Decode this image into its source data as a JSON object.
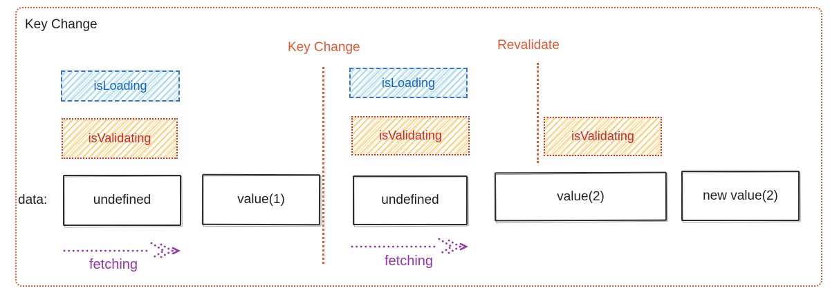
{
  "diagram": {
    "title": "Key Change",
    "data_row_label": "data:",
    "events": [
      {
        "label": "Key Change"
      },
      {
        "label": "Revalidate"
      }
    ],
    "state_bars": [
      {
        "label": "isLoading",
        "state": "loading",
        "segment": 1
      },
      {
        "label": "isValidating",
        "state": "validating",
        "segment": 1
      },
      {
        "label": "isLoading",
        "state": "loading",
        "segment": 2
      },
      {
        "label": "isValidating",
        "state": "validating",
        "segment": 2
      },
      {
        "label": "isValidating",
        "state": "validating",
        "segment": 3
      }
    ],
    "data_boxes": [
      {
        "value": "undefined"
      },
      {
        "value": "value(1)"
      },
      {
        "value": "undefined"
      },
      {
        "value": "value(2)"
      },
      {
        "value": "new value(2)"
      }
    ],
    "fetch_arrows": [
      {
        "label": "fetching"
      },
      {
        "label": "fetching"
      }
    ],
    "colors": {
      "accent_orange": "#E8562E",
      "loading_text": "#1565C0",
      "loading_border": "#3A6FD8",
      "validating_text": "#CC2A28",
      "validating_border": "#D63031",
      "fetching_purple": "#9333B0",
      "box_border": "#2E2E2E",
      "text_dark": "#1F1F1F"
    }
  }
}
